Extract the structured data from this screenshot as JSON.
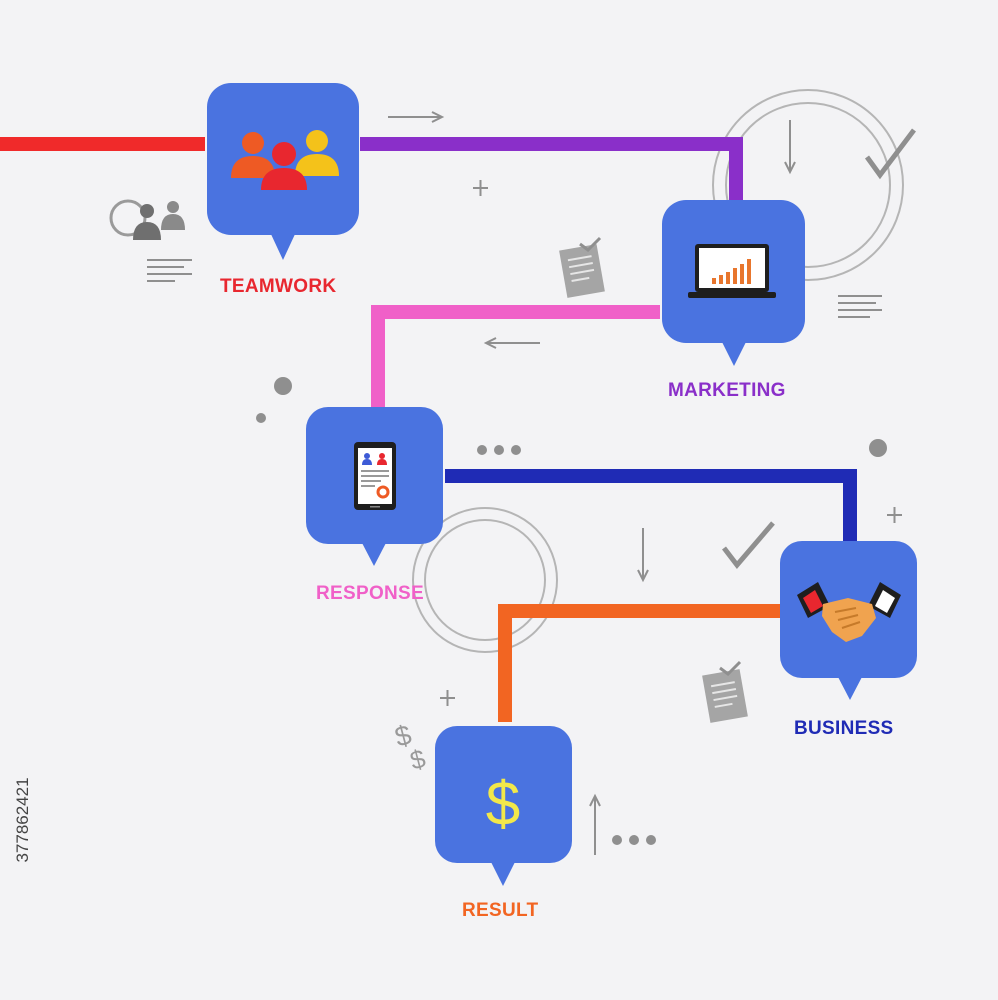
{
  "steps": [
    {
      "id": "teamwork",
      "label": "TEAMWORK",
      "color": "#e8272f",
      "icon": "team-people-icon"
    },
    {
      "id": "marketing",
      "label": "MARKETING",
      "color": "#8a2fc9",
      "icon": "laptop-chart-icon"
    },
    {
      "id": "response",
      "label": "RESPONSE",
      "color": "#f060c8",
      "icon": "tablet-report-icon"
    },
    {
      "id": "business",
      "label": "BUSINESS",
      "color": "#1f2bb5",
      "icon": "handshake-icon"
    },
    {
      "id": "result",
      "label": "RESULT",
      "color": "#f26522",
      "icon": "dollar-sign-icon"
    }
  ],
  "result_symbol": "$",
  "decor": {
    "dollar_glyph": "$"
  },
  "stock_id": "377862421",
  "colors": {
    "box": "#4a73e0",
    "connector_red": "#f02a2a",
    "connector_purple": "#8a2fc9",
    "connector_pink": "#f060c8",
    "connector_blue": "#1f2bb5",
    "connector_orange": "#f26522",
    "decor_gray": "#9a9a9a"
  }
}
